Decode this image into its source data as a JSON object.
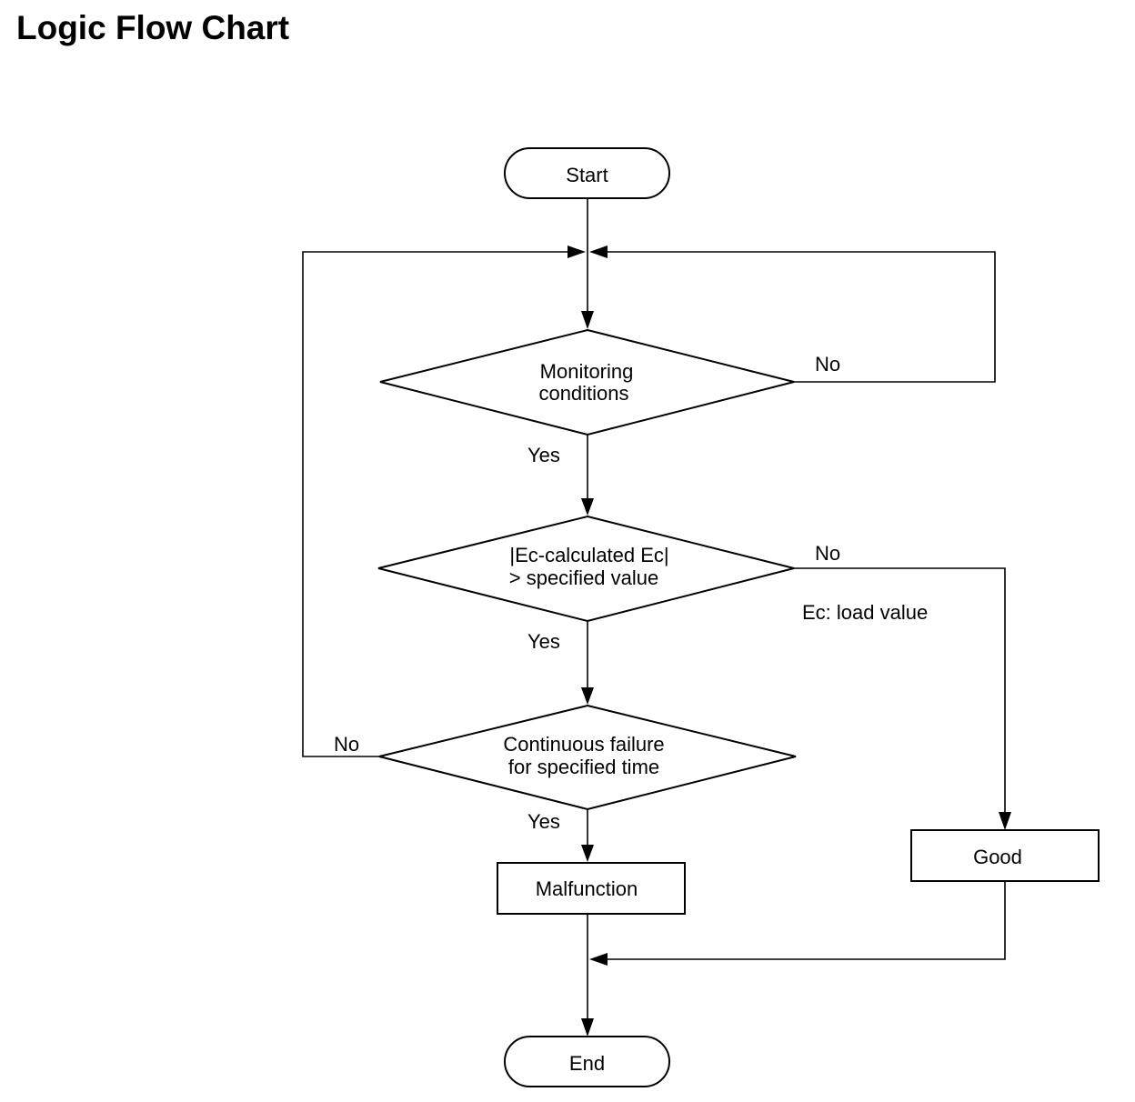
{
  "title": "Logic Flow Chart",
  "nodes": {
    "start": "Start",
    "monitoring": [
      "Monitoring",
      "conditions"
    ],
    "ec_check": [
      "|Ec-calculated Ec|",
      "> specified value"
    ],
    "continuous": [
      "Continuous failure",
      "for specified time"
    ],
    "malfunction": "Malfunction",
    "good": "Good",
    "end": "End"
  },
  "labels": {
    "monitoring_no": "No",
    "monitoring_yes": "Yes",
    "ec_no": "No",
    "ec_yes": "Yes",
    "continuous_no": "No",
    "continuous_yes": "Yes"
  },
  "note": "Ec: load value"
}
